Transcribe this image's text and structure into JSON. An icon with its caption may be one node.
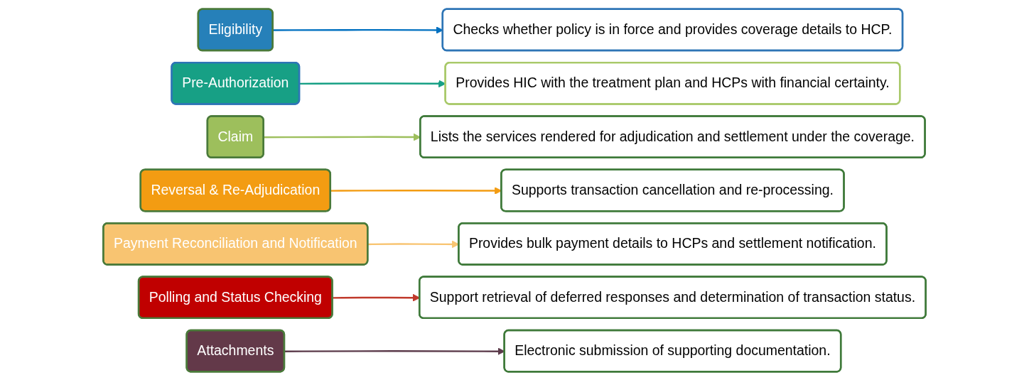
{
  "diagram": {
    "nodes": [
      {
        "text": [
          "Eligibility"
        ]
      },
      {
        "text": [
          "Checks whether policy is in force and provides coverage details to HCP."
        ]
      },
      {
        "text": [
          "Pre-Authorization"
        ]
      },
      {
        "text": [
          "Provides HIC with the treatment plan and HCPs with financial certainty."
        ]
      },
      {
        "text": [
          "Claim"
        ]
      },
      {
        "text": [
          "Lists the services rendered for adjudication and settlement under the coverage."
        ]
      },
      {
        "text": [
          "Reversal & Re-Adjudication"
        ]
      },
      {
        "text": [
          "Supports transaction cancellation and re-processing."
        ]
      },
      {
        "text": [
          "Payment Reconciliation and Notification"
        ]
      },
      {
        "text": [
          "Provides bulk payment details to HCPs and settlement notification."
        ]
      },
      {
        "text": [
          "Polling and Status Checking"
        ]
      },
      {
        "text": [
          "Support retrieval of deferred responses and determination of transaction status."
        ]
      },
      {
        "text": [
          "Attachments"
        ]
      },
      {
        "text": [
          "Electronic submission of supporting documentation."
        ]
      }
    ],
    "edges": [
      {
        "from": 0,
        "to": 1,
        "arrow": "to",
        "color": "#0070c0"
      },
      {
        "from": 2,
        "to": 3,
        "arrow": "to",
        "color": "#17a085"
      },
      {
        "from": 4,
        "to": 5,
        "arrow": "to",
        "color": "#9dbf5c"
      },
      {
        "from": 6,
        "to": 7,
        "arrow": "to",
        "color": "#f39c12"
      },
      {
        "from": 8,
        "to": 9,
        "arrow": "to",
        "color": "#f8c471"
      },
      {
        "from": 10,
        "to": 11,
        "arrow": "to",
        "color": "#c0392b"
      },
      {
        "from": 12,
        "to": 13,
        "arrow": "to",
        "color": "#5b3a4a"
      }
    ]
  }
}
